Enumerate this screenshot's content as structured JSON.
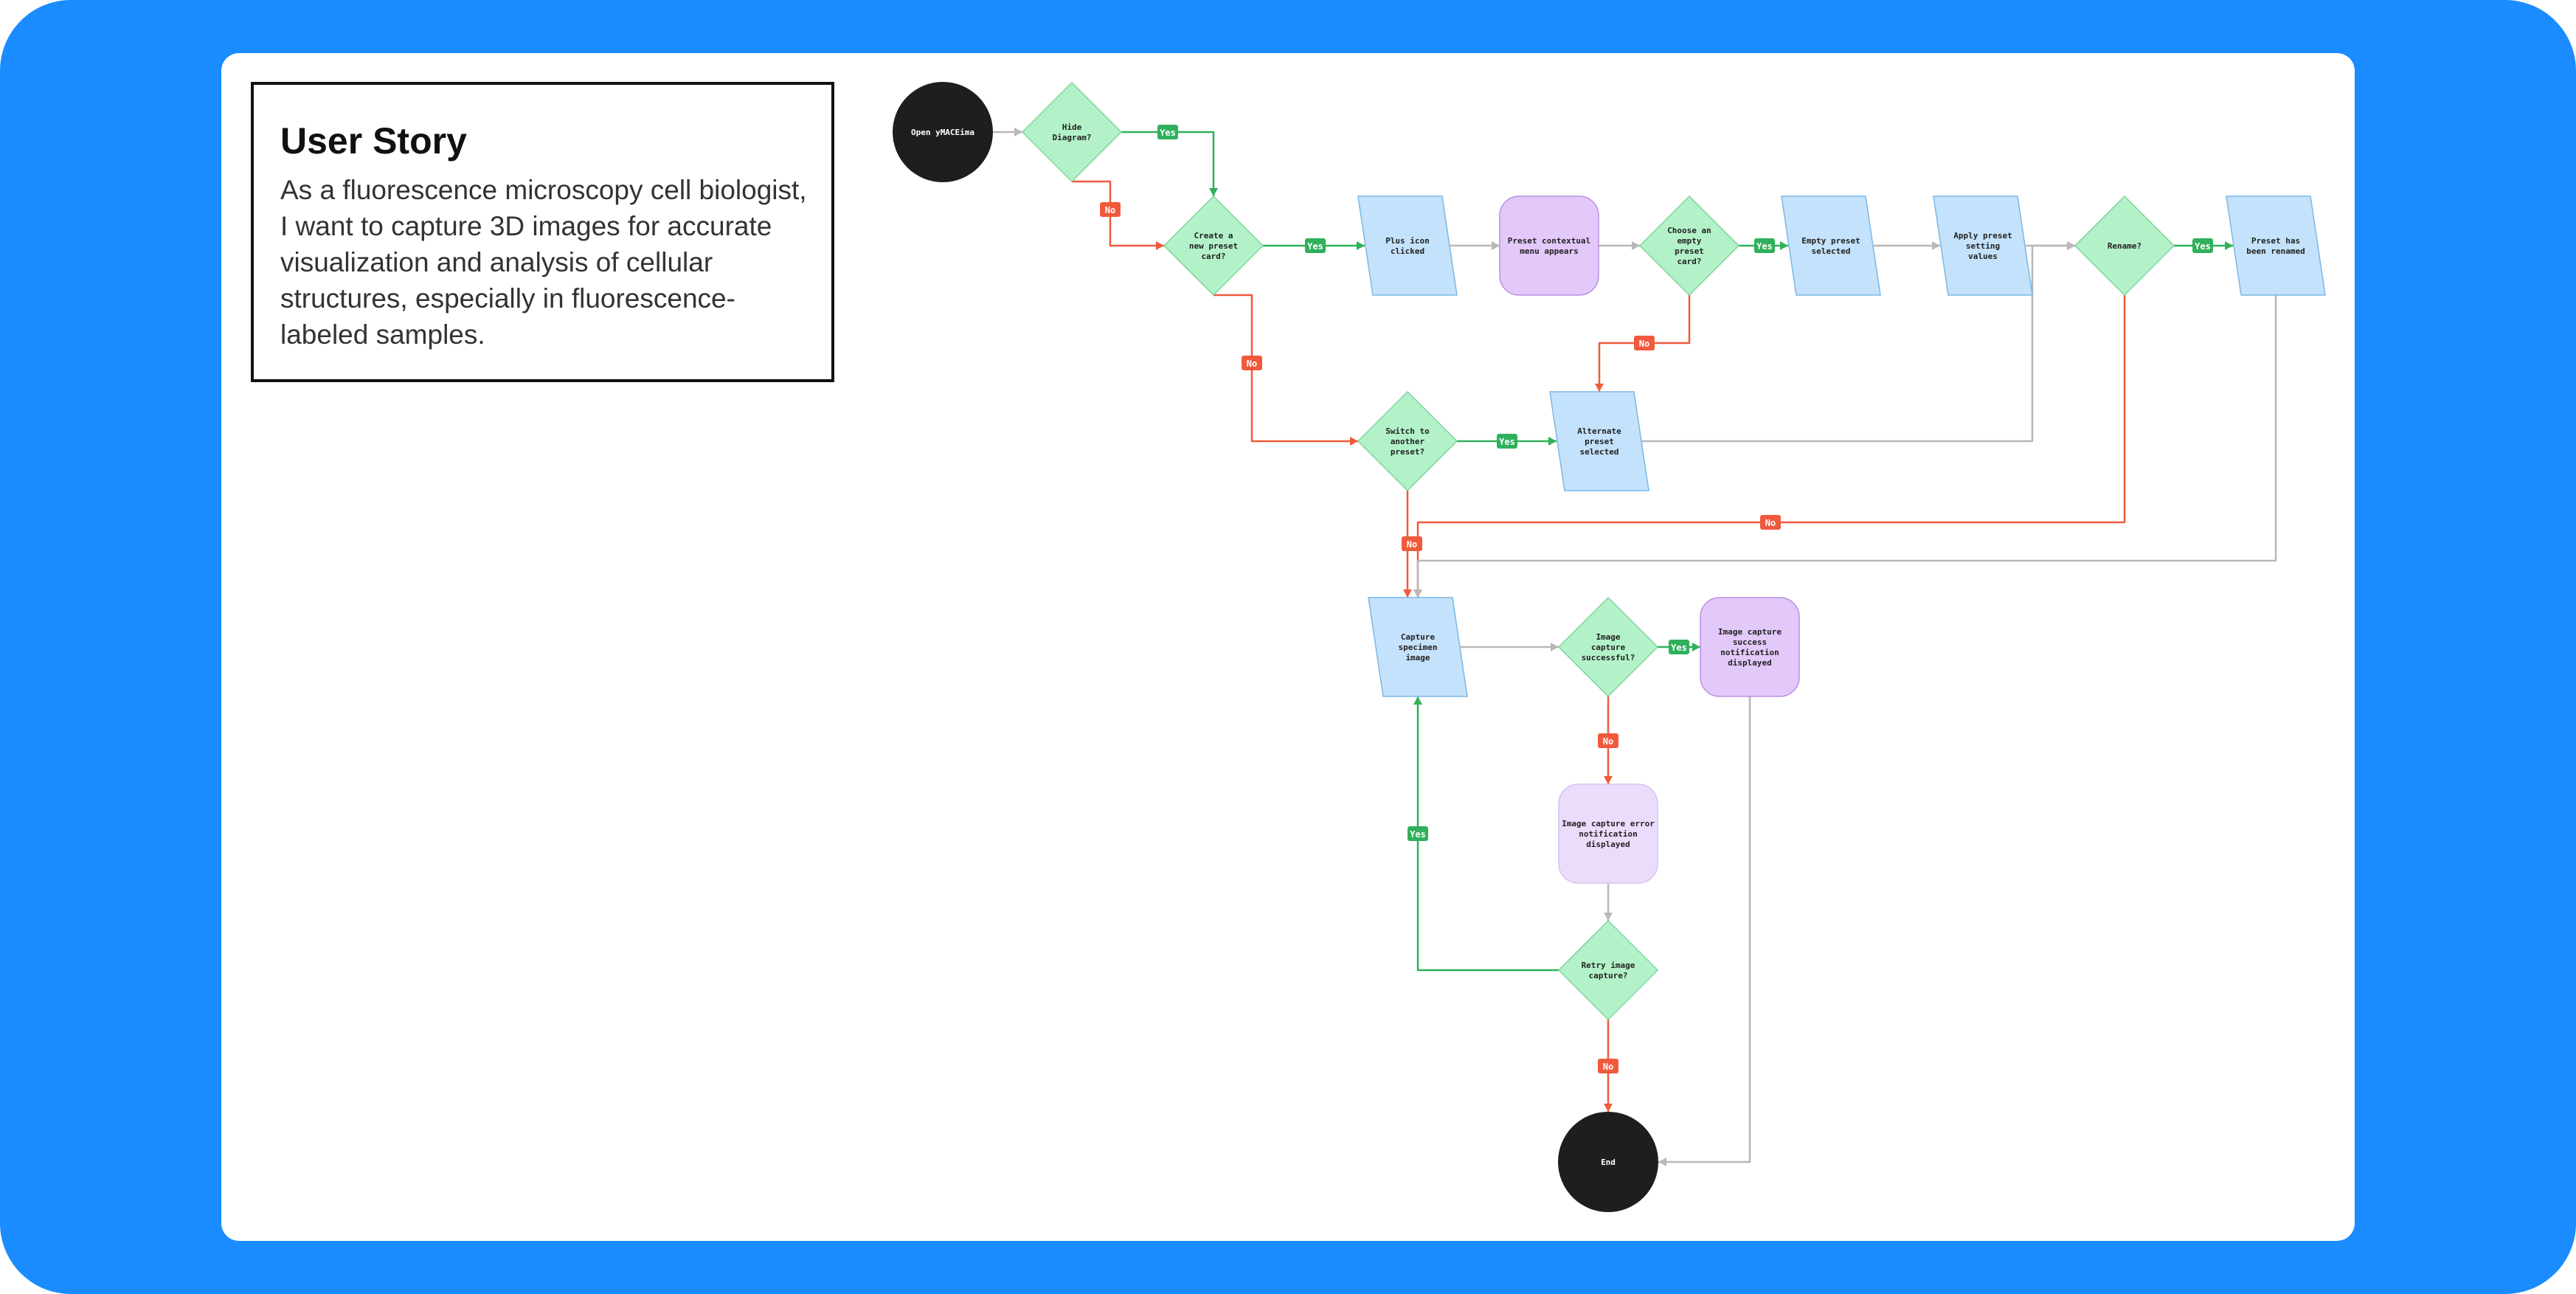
{
  "story": {
    "title": "User Story",
    "body": "As a fluorescence microscopy cell biologist, I want to capture 3D images for accurate visualization and analysis of cellular structures, especially in fluorescence-labeled samples."
  },
  "colors": {
    "frame": "#1a8cff",
    "decision_fill": "#b3f2c9",
    "action_fill": "#c4e2fb",
    "screen_fill": "#e3c9f9",
    "terminal_fill": "#1e1e1e",
    "yes_edge": "#2fb05a",
    "no_edge": "#f05a3c",
    "plain_edge": "#b8b8b8"
  },
  "diagram": {
    "nodes": [
      {
        "id": "open",
        "shape": "circle",
        "lines": [
          "Open yMACEima"
        ]
      },
      {
        "id": "hide",
        "shape": "diamond",
        "lines": [
          "Hide",
          "Diagram?"
        ]
      },
      {
        "id": "create",
        "shape": "diamond",
        "lines": [
          "Create a",
          "new preset",
          "card?"
        ]
      },
      {
        "id": "plus",
        "shape": "parallelogram",
        "lines": [
          "Plus icon",
          "clicked"
        ]
      },
      {
        "id": "ctxmenu",
        "shape": "rounded",
        "lines": [
          "Preset contextual",
          "menu appears"
        ]
      },
      {
        "id": "choose",
        "shape": "diamond",
        "lines": [
          "Choose an",
          "empty",
          "preset",
          "card?"
        ]
      },
      {
        "id": "empty",
        "shape": "parallelogram",
        "lines": [
          "Empty preset",
          "selected"
        ]
      },
      {
        "id": "apply",
        "shape": "parallelogram",
        "lines": [
          "Apply preset",
          "setting",
          "values"
        ]
      },
      {
        "id": "rename",
        "shape": "diamond",
        "lines": [
          "Rename?"
        ]
      },
      {
        "id": "renamed",
        "shape": "parallelogram",
        "lines": [
          "Preset has",
          "been renamed"
        ]
      },
      {
        "id": "switch",
        "shape": "diamond",
        "lines": [
          "Switch to",
          "another",
          "preset?"
        ]
      },
      {
        "id": "alternate",
        "shape": "parallelogram",
        "lines": [
          "Alternate",
          "preset",
          "selected"
        ]
      },
      {
        "id": "capture",
        "shape": "parallelogram",
        "lines": [
          "Capture",
          "specimen",
          "image"
        ]
      },
      {
        "id": "success_q",
        "shape": "diamond",
        "lines": [
          "Image",
          "capture",
          "successful?"
        ]
      },
      {
        "id": "success_note",
        "shape": "rounded",
        "lines": [
          "Image capture",
          "success",
          "notification",
          "displayed"
        ]
      },
      {
        "id": "error_note",
        "shape": "rounded",
        "lines": [
          "Image capture error",
          "notification",
          "displayed"
        ]
      },
      {
        "id": "retry",
        "shape": "diamond",
        "lines": [
          "Retry image",
          "capture?"
        ]
      },
      {
        "id": "end",
        "shape": "circle",
        "lines": [
          "End"
        ]
      }
    ],
    "edges": [
      {
        "from": "open",
        "to": "hide",
        "kind": "plain",
        "label": ""
      },
      {
        "from": "hide",
        "to": "create",
        "kind": "yes",
        "label": "Yes"
      },
      {
        "from": "hide",
        "to": "create",
        "kind": "no",
        "label": "No"
      },
      {
        "from": "create",
        "to": "plus",
        "kind": "yes",
        "label": "Yes"
      },
      {
        "from": "plus",
        "to": "ctxmenu",
        "kind": "plain",
        "label": ""
      },
      {
        "from": "ctxmenu",
        "to": "choose",
        "kind": "plain",
        "label": ""
      },
      {
        "from": "choose",
        "to": "empty",
        "kind": "yes",
        "label": "Yes"
      },
      {
        "from": "empty",
        "to": "apply",
        "kind": "plain",
        "label": ""
      },
      {
        "from": "apply",
        "to": "rename",
        "kind": "plain",
        "label": ""
      },
      {
        "from": "rename",
        "to": "renamed",
        "kind": "yes",
        "label": "Yes"
      },
      {
        "from": "choose",
        "to": "alternate",
        "kind": "no",
        "label": "No"
      },
      {
        "from": "create",
        "to": "switch",
        "kind": "no",
        "label": "No"
      },
      {
        "from": "switch",
        "to": "alternate",
        "kind": "yes",
        "label": "Yes"
      },
      {
        "from": "alternate",
        "to": "rename",
        "kind": "plain",
        "label": ""
      },
      {
        "from": "switch",
        "to": "capture",
        "kind": "no",
        "label": "No"
      },
      {
        "from": "rename",
        "to": "capture",
        "kind": "no",
        "label": "No"
      },
      {
        "from": "renamed",
        "to": "capture",
        "kind": "plain",
        "label": ""
      },
      {
        "from": "capture",
        "to": "success_q",
        "kind": "plain",
        "label": ""
      },
      {
        "from": "success_q",
        "to": "success_note",
        "kind": "yes",
        "label": "Yes"
      },
      {
        "from": "success_q",
        "to": "error_note",
        "kind": "no",
        "label": "No"
      },
      {
        "from": "error_note",
        "to": "retry",
        "kind": "plain",
        "label": ""
      },
      {
        "from": "retry",
        "to": "capture",
        "kind": "yes",
        "label": "Yes"
      },
      {
        "from": "retry",
        "to": "end",
        "kind": "no",
        "label": "No"
      },
      {
        "from": "success_note",
        "to": "end",
        "kind": "plain",
        "label": ""
      }
    ]
  }
}
